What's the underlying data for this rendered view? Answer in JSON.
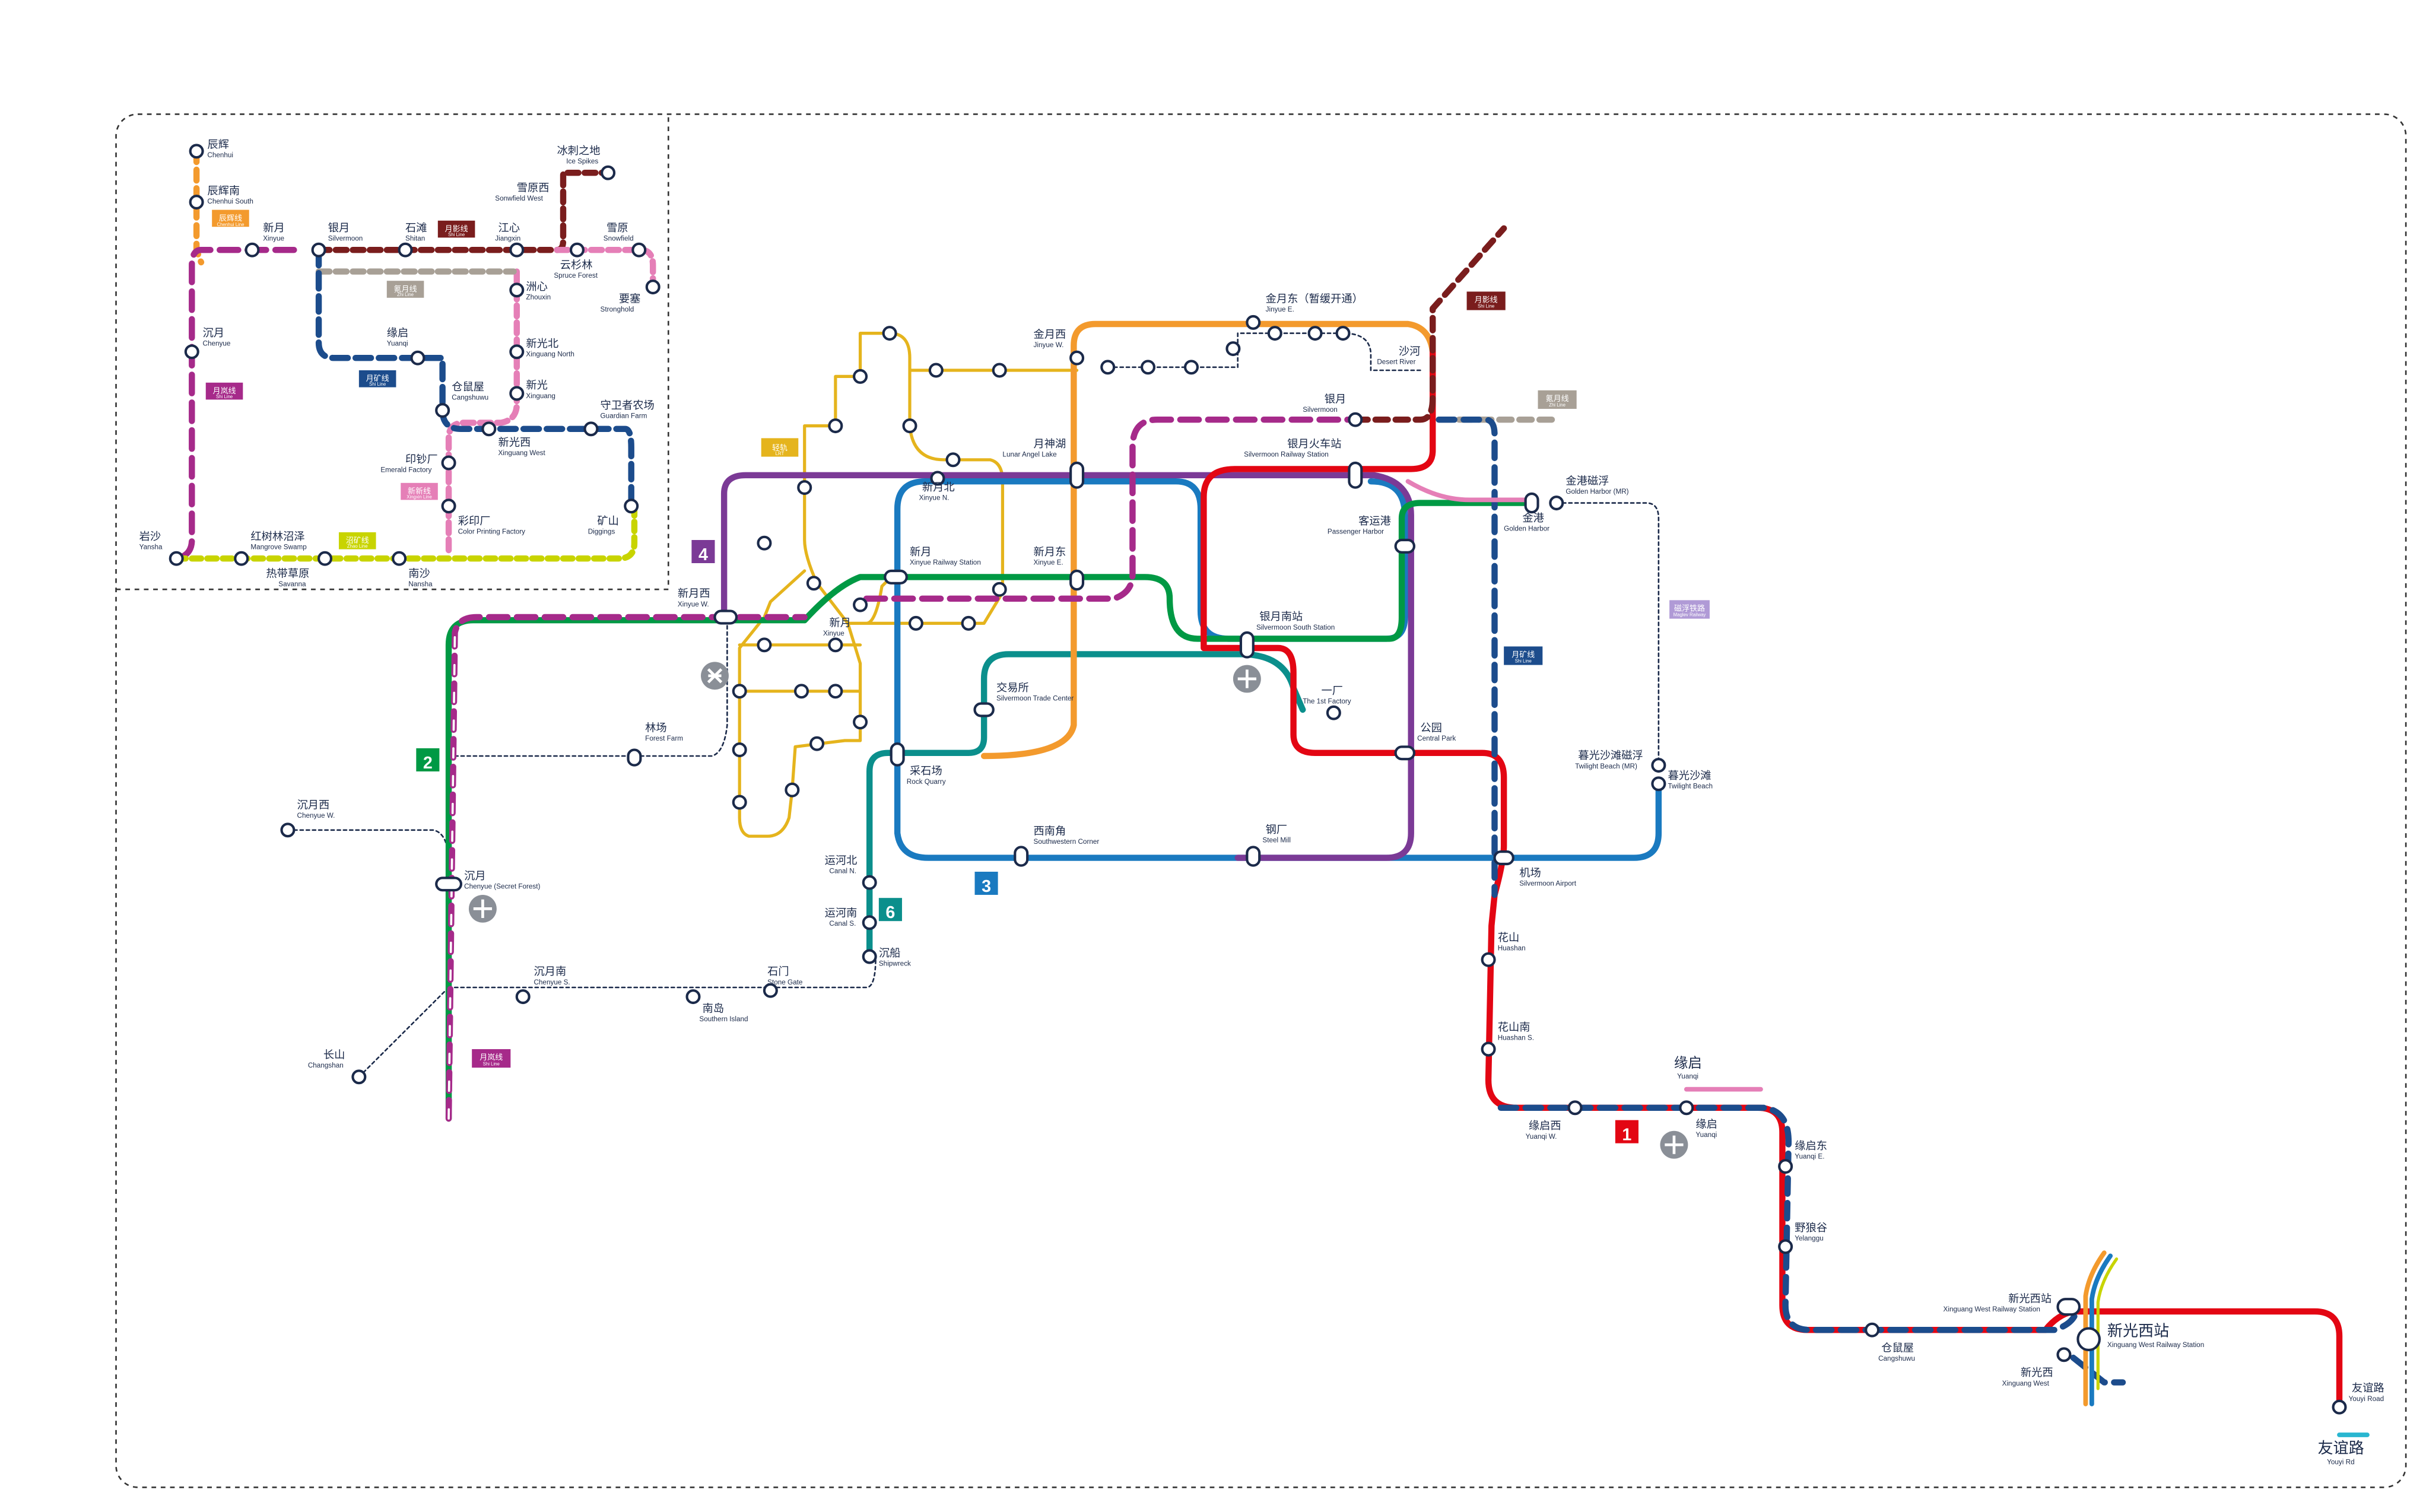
{
  "colors": {
    "line1": "#e30613",
    "line2": "#009944",
    "line3": "#1a7ac0",
    "line4": "#7b3a96",
    "line6": "#0b8f8c",
    "light_rail": "#e5b41d",
    "orange": "#f39a2d",
    "navy": "#1c4c8c",
    "purple_crescent": "#a62a8a",
    "brown_moonshadow": "#7a1d1d",
    "pink": "#e57fb7",
    "grey_tan": "#a8a096",
    "lime": "#c8d400",
    "lavender": "#b09ad6",
    "station_stroke": "#1b2a4a"
  },
  "line_badges": [
    {
      "id": "line1",
      "label": "1"
    },
    {
      "id": "line2",
      "label": "2"
    },
    {
      "id": "line3",
      "label": "3"
    },
    {
      "id": "line4",
      "label": "4"
    },
    {
      "id": "line6",
      "label": "6"
    }
  ],
  "named_badges": [
    {
      "id": "chenhui",
      "zh": "辰辉线",
      "en": "Chenhui Line"
    },
    {
      "id": "moonshadow_inset",
      "zh": "月影线",
      "en": "Shi Line"
    },
    {
      "id": "grey_inset",
      "zh": "氪月线",
      "en": "Zhi Line"
    },
    {
      "id": "crescent_inset",
      "zh": "月岚线",
      "en": "Shi Line"
    },
    {
      "id": "mine_inset",
      "zh": "月矿线",
      "en": "Shi Line"
    },
    {
      "id": "pink_inset",
      "zh": "新新线",
      "en": "Xingxin Line"
    },
    {
      "id": "lime_inset",
      "zh": "沼矿线",
      "en": "Zhao Line"
    },
    {
      "id": "lightrail",
      "zh": "轻轨",
      "en": "LRT"
    },
    {
      "id": "moonshadow",
      "zh": "月影线",
      "en": "Shi Line"
    },
    {
      "id": "grey",
      "zh": "氪月线",
      "en": "Zhi Line"
    },
    {
      "id": "mine",
      "zh": "月矿线",
      "en": "Shi Line"
    },
    {
      "id": "crescent",
      "zh": "月岚线",
      "en": "Shi Line"
    },
    {
      "id": "maglev",
      "zh": "磁浮铁路",
      "en": "Maglev Railway"
    }
  ],
  "stations_inset": [
    {
      "zh": "辰辉",
      "en": "Chenhui"
    },
    {
      "zh": "辰辉南",
      "en": "Chenhui South"
    },
    {
      "zh": "新月",
      "en": "Xinyue"
    },
    {
      "zh": "银月",
      "en": "Silvermoon"
    },
    {
      "zh": "石滩",
      "en": "Shitan"
    },
    {
      "zh": "江心",
      "en": "Jiangxin"
    },
    {
      "zh": "冰刺之地",
      "en": "Ice Spikes"
    },
    {
      "zh": "雪原西",
      "en": "Sonwfield West"
    },
    {
      "zh": "雪原",
      "en": "Snowfield"
    },
    {
      "zh": "云杉林",
      "en": "Spruce Forest"
    },
    {
      "zh": "要塞",
      "en": "Stronghold"
    },
    {
      "zh": "洲心",
      "en": "Zhouxin"
    },
    {
      "zh": "沉月",
      "en": "Chenyue"
    },
    {
      "zh": "缘启",
      "en": "Yuanqi"
    },
    {
      "zh": "新光北",
      "en": "Xinguang North"
    },
    {
      "zh": "仓鼠屋",
      "en": "Cangshuwu"
    },
    {
      "zh": "新光",
      "en": "Xinguang"
    },
    {
      "zh": "守卫者农场",
      "en": "Guardian Farm"
    },
    {
      "zh": "新光西",
      "en": "Xinguang West"
    },
    {
      "zh": "印钞厂",
      "en": "Emerald Factory"
    },
    {
      "zh": "彩印厂",
      "en": "Color Printing Factory"
    },
    {
      "zh": "矿山",
      "en": "Diggings"
    },
    {
      "zh": "岩沙",
      "en": "Yansha"
    },
    {
      "zh": "红树林沼泽",
      "en": "Mangrove Swamp"
    },
    {
      "zh": "热带草原",
      "en": "Savanna"
    },
    {
      "zh": "南沙",
      "en": "Nansha"
    }
  ],
  "stations_main": [
    {
      "zh": "金月西",
      "en": "Jinyue W."
    },
    {
      "zh": "金月东（暂缓开通）",
      "en": "Jinyue E."
    },
    {
      "zh": "沙河",
      "en": "Desert River"
    },
    {
      "zh": "银月",
      "en": "Silvermoon"
    },
    {
      "zh": "月神湖",
      "en": "Lunar Angel Lake"
    },
    {
      "zh": "银月火车站",
      "en": "Silvermoon Railway Station"
    },
    {
      "zh": "金港磁浮",
      "en": "Golden Harbor (MR)"
    },
    {
      "zh": "金港",
      "en": "Golden Harbor"
    },
    {
      "zh": "新月北",
      "en": "Xinyue N."
    },
    {
      "zh": "客运港",
      "en": "Passenger Harbor"
    },
    {
      "zh": "新月",
      "en": "Xinyue Railway Station"
    },
    {
      "zh": "新月东",
      "en": "Xinyue E."
    },
    {
      "zh": "新月西",
      "en": "Xinyue W."
    },
    {
      "zh": "新月",
      "en": "Xinyue"
    },
    {
      "zh": "银月南站",
      "en": "Silvermoon South Station"
    },
    {
      "zh": "交易所",
      "en": "Silvermoon Trade Center"
    },
    {
      "zh": "一厂",
      "en": "The 1st Factory"
    },
    {
      "zh": "林场",
      "en": "Forest Farm"
    },
    {
      "zh": "公园",
      "en": "Central Park"
    },
    {
      "zh": "采石场",
      "en": "Rock Quarry"
    },
    {
      "zh": "暮光沙滩磁浮",
      "en": "Twilight Beach (MR)"
    },
    {
      "zh": "暮光沙滩",
      "en": "Twilight Beach"
    },
    {
      "zh": "沉月西",
      "en": "Chenyue W."
    },
    {
      "zh": "钢厂",
      "en": "Steel Mill"
    },
    {
      "zh": "西南角",
      "en": "Southwestern Corner"
    },
    {
      "zh": "运河北",
      "en": "Canal N."
    },
    {
      "zh": "沉月",
      "en": "Chenyue (Secret Forest)"
    },
    {
      "zh": "机场",
      "en": "Silvermoon Airport"
    },
    {
      "zh": "运河南",
      "en": "Canal S."
    },
    {
      "zh": "花山",
      "en": "Huashan"
    },
    {
      "zh": "沉船",
      "en": "Shipwreck"
    },
    {
      "zh": "石门",
      "en": "Stone Gate"
    },
    {
      "zh": "沉月南",
      "en": "Chenyue S."
    },
    {
      "zh": "南岛",
      "en": "Southern Island"
    },
    {
      "zh": "花山南",
      "en": "Huashan S."
    },
    {
      "zh": "长山",
      "en": "Changshan"
    },
    {
      "zh": "缘启",
      "en": "Yuanqi"
    },
    {
      "zh": "缘启西",
      "en": "Yuanqi W."
    },
    {
      "zh": "缘启",
      "en": "Yuanqi"
    },
    {
      "zh": "缘启东",
      "en": "Yuanqi E."
    },
    {
      "zh": "野狼谷",
      "en": "Yelanggu"
    },
    {
      "zh": "新光西站",
      "en": "Xinguang West Railway Station"
    },
    {
      "zh": "新光西站",
      "en": "Xinguang West Railway Station"
    },
    {
      "zh": "仓鼠屋",
      "en": "Cangshuwu"
    },
    {
      "zh": "新光西",
      "en": "Xinguang West"
    },
    {
      "zh": "友谊路",
      "en": "Youyi Road"
    },
    {
      "zh": "友谊路",
      "en": "Youyi Rd"
    }
  ]
}
